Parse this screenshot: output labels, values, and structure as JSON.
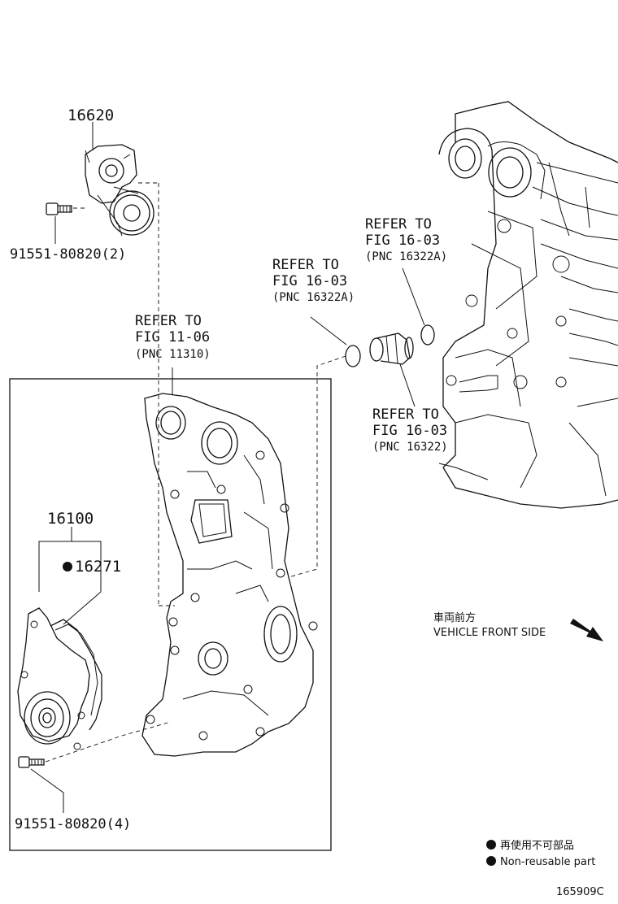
{
  "parts": {
    "tensioner_pnc": "16620",
    "tensioner_bolt": "91551-80820(2)",
    "water_pump_pnc": "16100",
    "gasket_pnc": "16271",
    "water_pump_bolt": "91551-80820(4)"
  },
  "refs": {
    "timing_cover": {
      "line1": "REFER TO",
      "line2": "FIG 11-06",
      "line3": "(PNC 11310)"
    },
    "oring_left": {
      "line1": "REFER TO",
      "line2": "FIG 16-03",
      "line3": "(PNC 16322A)"
    },
    "oring_right": {
      "line1": "REFER TO",
      "line2": "FIG 16-03",
      "line3": "(PNC 16322A)"
    },
    "outlet": {
      "line1": "REFER TO",
      "line2": "FIG 16-03",
      "line3": "(PNC 16322)"
    }
  },
  "direction": {
    "jp": "車両前方",
    "en": "VEHICLE FRONT SIDE"
  },
  "legend": {
    "jp": "再使用不可部品",
    "en": "Non-reusable part"
  },
  "figure_id": "165909C"
}
